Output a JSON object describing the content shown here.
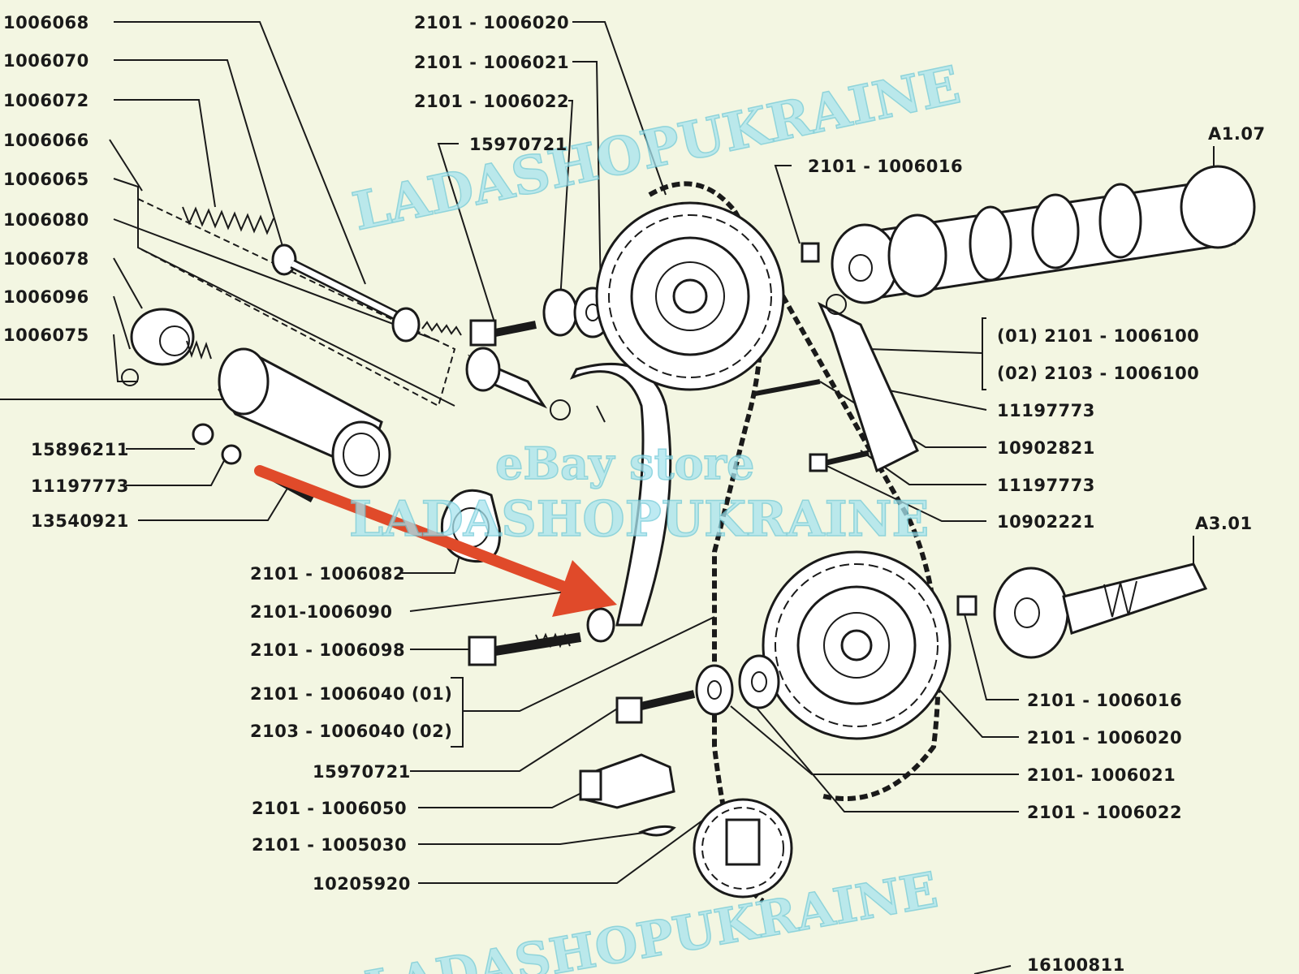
{
  "labels_left": [
    "1006068",
    "1006070",
    "1006072",
    "1006066",
    "1006065",
    "1006080",
    "1006078",
    "1006096",
    "1006075",
    "15896211",
    "11197773",
    "13540921"
  ],
  "labels_top": [
    "2101 - 1006020",
    "2101 - 1006021",
    "2101 - 1006022",
    "15970721",
    "2101 - 1006016"
  ],
  "labels_center": [
    "2101 - 1006082",
    "2101-1006090",
    "2101 - 1006098",
    "2101 - 1006040  (01)",
    "2103 - 1006040  (02)",
    "15970721",
    "2101 - 1006050",
    "2101 - 1005030",
    "10205920"
  ],
  "labels_right": [
    "A1.07",
    "(01)  2101 - 1006100",
    "(02) 2103 - 1006100",
    "11197773",
    "10902821",
    "11197773",
    "10902221",
    "A3.01",
    "2101 - 1006016",
    "2101 - 1006020",
    "2101- 1006021",
    "2101 - 1006022",
    "16100811"
  ],
  "watermarks": [
    "LADASHOPUKRAINE",
    "eBay store",
    "LADASHOPUKRAINE",
    "LADASHOPUKRAINE"
  ],
  "colors": {
    "background": "#f3f6e2",
    "ink": "#1a1a1a",
    "arrow": "#e04a2a",
    "watermark": "#a8e4ee"
  }
}
